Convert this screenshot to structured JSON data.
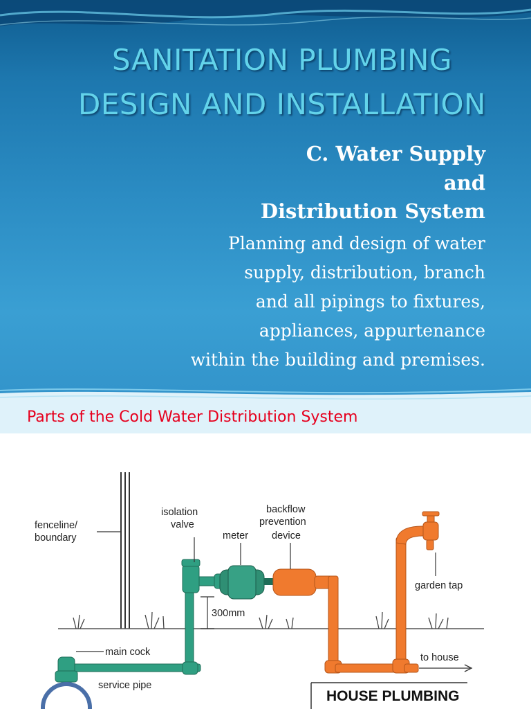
{
  "slide": {
    "title_line_1": "SANITATION PLUMBING",
    "title_line_2": "DESIGN AND INSTALLATION",
    "subtitle_lines": [
      "C. Water Supply",
      "and",
      "Distribution System"
    ],
    "body_lines": [
      "Planning and design of water",
      "supply, distribution, branch",
      "and all pipings to fixtures,",
      "appliances, appurtenance",
      "within the building and premises."
    ],
    "section_heading": "Parts of the Cold Water Distribution System"
  },
  "diagram": {
    "labels": {
      "fenceline_1": "fenceline/",
      "fenceline_2": "boundary",
      "isolation_1": "isolation",
      "isolation_2": "valve",
      "meter": "meter",
      "backflow_1": "backflow",
      "backflow_2": "prevention",
      "backflow_3": "device",
      "depth": "300mm",
      "garden_tap": "garden tap",
      "main_cock": "main cock",
      "service_pipe": "service pipe",
      "to_house": "to house",
      "house_plumbing": "HOUSE PLUMBING"
    },
    "colors": {
      "service_pipe": "#2f9f82",
      "house_pipe": "#f07a2e",
      "heading_red": "#e6001e",
      "title_cyan": "#63d3ea"
    }
  }
}
